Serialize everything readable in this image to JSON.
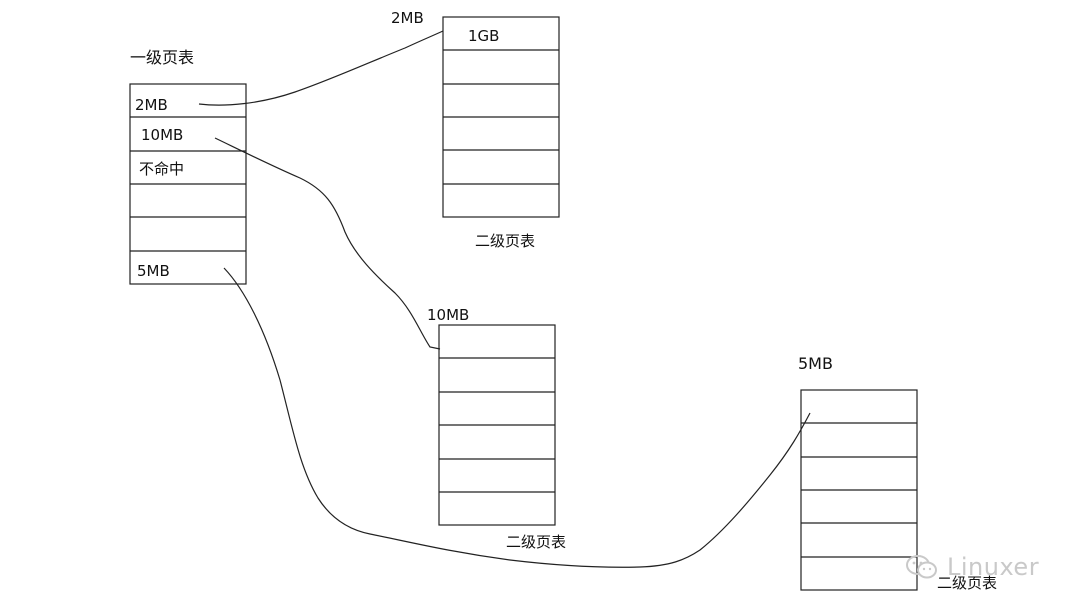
{
  "diagram": {
    "primary_table": {
      "title": "一级页表",
      "entries": [
        "2MB",
        "10MB",
        "不命中",
        "",
        "",
        "5MB"
      ]
    },
    "secondary_tables": [
      {
        "header": "2MB",
        "first_entry": "1GB",
        "caption": "二级页表"
      },
      {
        "header": "10MB",
        "first_entry": "",
        "caption": "二级页表"
      },
      {
        "header": "5MB",
        "first_entry": "",
        "caption": "二级页表"
      }
    ]
  },
  "watermark": {
    "text": "Linuxer",
    "icon": "wechat-icon"
  }
}
